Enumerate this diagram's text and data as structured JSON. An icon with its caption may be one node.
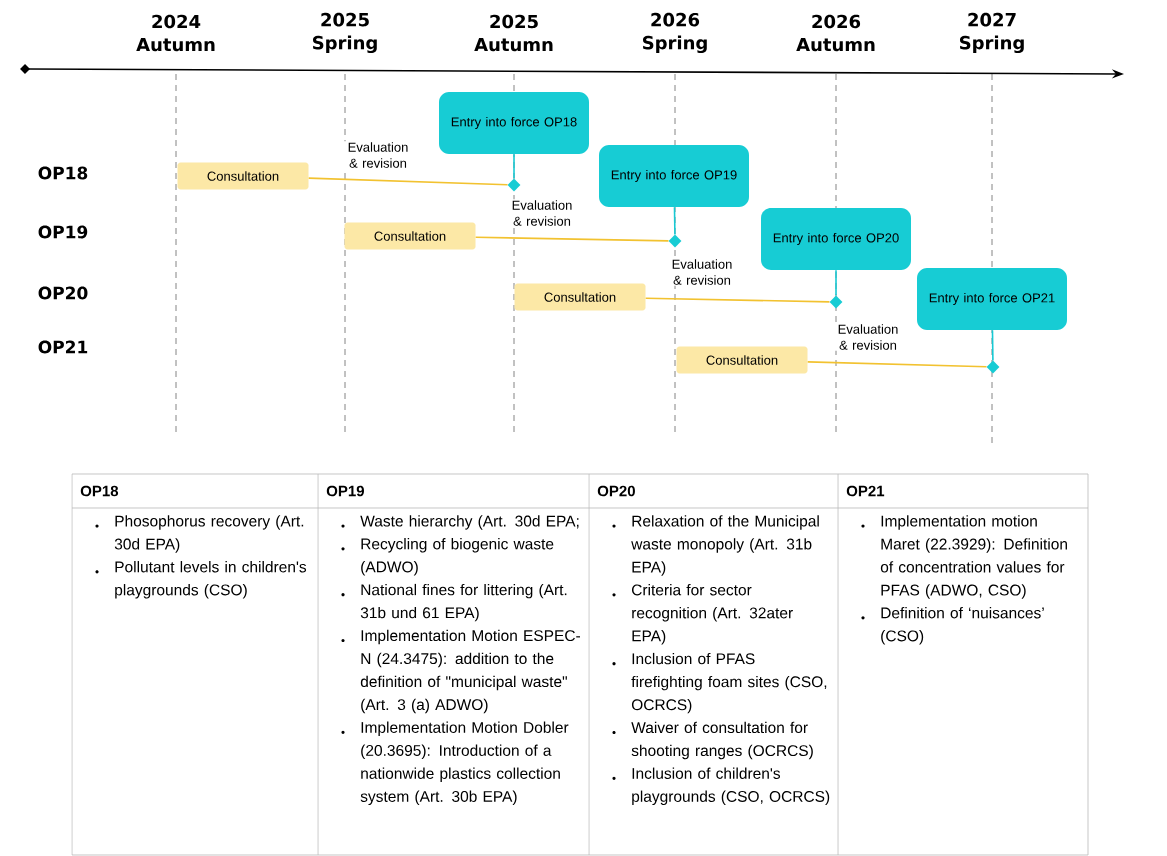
{
  "diagram": {
    "nodes": [
      {
        "text": [
          "Consultation"
        ]
      },
      {
        "text": [
          "Consultation"
        ]
      },
      {
        "text": [
          "Consultation"
        ]
      },
      {
        "text": [
          "Consultation"
        ]
      },
      {
        "text": [
          "Entry into force OP18"
        ]
      },
      {
        "text": [
          "Entry into force OP19"
        ]
      },
      {
        "text": [
          "Entry into force OP20"
        ]
      },
      {
        "text": [
          "Entry into force OP21"
        ]
      },
      {
        "text": [],
        "shape": "diamond"
      },
      {
        "text": [],
        "shape": "diamond"
      },
      {
        "text": [],
        "shape": "diamond"
      },
      {
        "text": [],
        "shape": "diamond"
      }
    ],
    "edges": [
      {
        "from": 0,
        "to": 8,
        "arrow": "none",
        "label": "Evaluation & revision",
        "color": "#f2c230"
      },
      {
        "from": 1,
        "to": 9,
        "arrow": "none",
        "label": "Evaluation & revision",
        "color": "#f2c230"
      },
      {
        "from": 2,
        "to": 10,
        "arrow": "none",
        "label": "Evaluation & revision",
        "color": "#f2c230"
      },
      {
        "from": 3,
        "to": 11,
        "arrow": "none",
        "label": "Evaluation & revision",
        "color": "#f2c230"
      },
      {
        "from": 4,
        "to": 8,
        "arrow": "none",
        "color": "#17c9d3"
      },
      {
        "from": 5,
        "to": 9,
        "arrow": "none",
        "color": "#17c9d3"
      },
      {
        "from": 6,
        "to": 10,
        "arrow": "none",
        "color": "#17c9d3"
      },
      {
        "from": 7,
        "to": 11,
        "arrow": "none",
        "color": "#17c9d3"
      }
    ],
    "labels": [
      "2024 Autumn",
      "2025 Spring",
      "2025 Autumn",
      "2026 Spring",
      "2026 Autumn",
      "2027 Spring",
      "OP18",
      "OP19",
      "OP20",
      "OP21",
      "OP18",
      "OP19",
      "OP20",
      "OP21",
      "Phosophorus recovery (Art. 30d EPA)",
      "Pollutant levels in children's playgrounds (CSO)",
      "Waste hierarchy (Art. 30d EPA;",
      "Recycling of biogenic waste (ADWO)",
      "National fines for littering (Art. 31b und 61 EPA)",
      "Implementation Motion ESPEC-N (24.3475): addition to the definition of \"municipal waste\" (Art. 3 (a) ADWO)",
      "Implementation Motion Dobler (20.3695): Introduction of a nationwide plastics collection system (Art. 30b EPA)",
      "Relaxation of the Municipal waste monopoly (Art. 31b EPA)",
      "Criteria for sector recognition (Art. 32ater EPA)",
      "Inclusion of PFAS firefighting foam sites (CSO, OCRCS)",
      "Waiver of consultation for shooting ranges (OCRCS)",
      "Inclusion of children's playgrounds (CSO, OCRCS)",
      "Implementation motion Maret (22.3929): Definition of concentration values for PFAS (ADWO, CSO)",
      "Definition of ‘nuisances’ (CSO)"
    ]
  }
}
